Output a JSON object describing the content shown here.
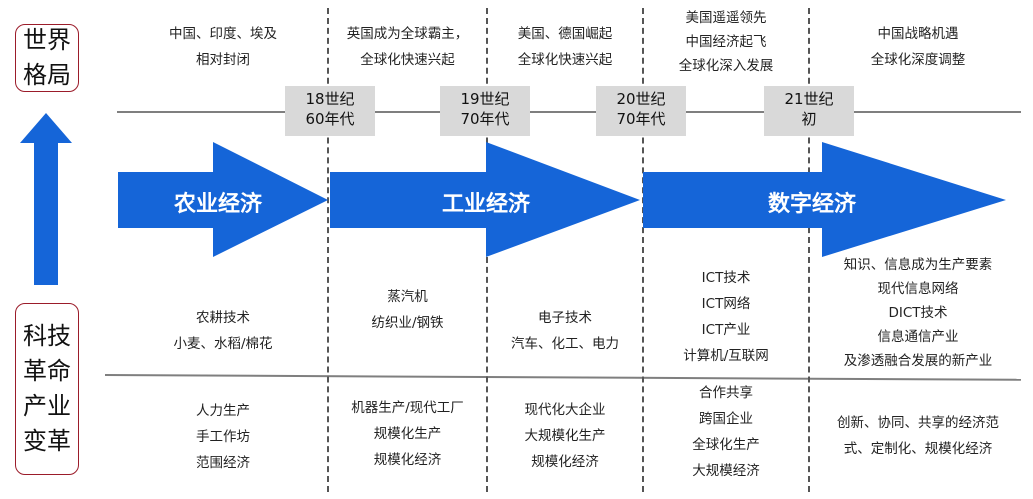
{
  "labels": {
    "world": "世界\n格局",
    "tech": "科技\n革命\n产业\n变革"
  },
  "eras": [
    "18世纪\n60年代",
    "19世纪\n70年代",
    "20世纪\n70年代",
    "21世纪\n初"
  ],
  "economies": [
    "农业经济",
    "工业经济",
    "数字经济"
  ],
  "world_pattern": [
    "中国、印度、埃及\n相对封闭",
    "英国成为全球霸主，\n全球化快速兴起",
    "美国、德国崛起\n全球化快速兴起",
    "美国遥遥领先\n中国经济起飞\n全球化深入发展",
    "中国战略机遇\n全球化深度调整"
  ],
  "technology": [
    "农耕技术\n小麦、水稻/棉花",
    "蒸汽机\n纺织业/钢铁",
    "电子技术\n汽车、化工、电力",
    "ICT技术\nICT网络\nICT产业\n计算机/互联网",
    "知识、信息成为生产要素\n现代信息网络\nDICT技术\n信息通信产业\n及渗透融合发展的新产业"
  ],
  "industry": [
    "人力生产\n手工作坊\n范围经济",
    "机器生产/现代工厂\n规模化生产\n规模化经济",
    "现代化大企业\n大规模化生产\n规模化经济",
    "合作共享\n跨国企业\n全球化生产\n大规模经济",
    "创新、协同、共享的经济范\n式、定制化、规模化经济"
  ],
  "colors": {
    "arrow": "#1565d8",
    "box_border": "#9b1c2a",
    "era_bg": "#d9d9d9",
    "line": "#7f7f7f"
  }
}
